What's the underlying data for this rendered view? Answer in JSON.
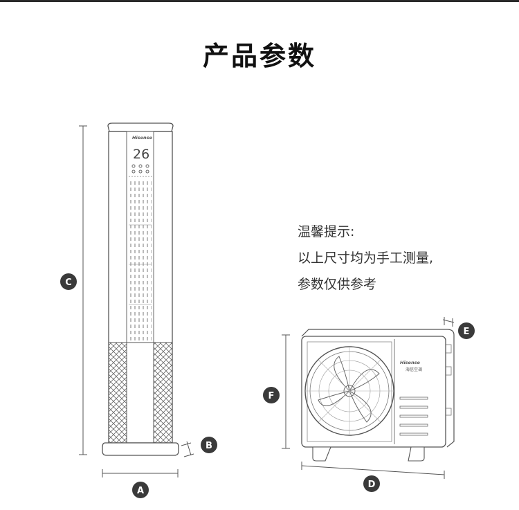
{
  "title": "产品参数",
  "tips": {
    "line1": "温馨提示:",
    "line2": "以上尺寸均为手工测量,",
    "line3": "参数仅供参考"
  },
  "indoor_unit": {
    "brand": "Hisense",
    "display_temperature": "26"
  },
  "outdoor_unit": {
    "brand": "Hisense",
    "brand_cn": "海信空调"
  },
  "dimension_labels": {
    "a": "A",
    "b": "B",
    "c": "C",
    "d": "D",
    "e": "E",
    "f": "F"
  },
  "colors": {
    "badge": "#3a3a3a",
    "line": "#555555",
    "title": "#111111"
  }
}
